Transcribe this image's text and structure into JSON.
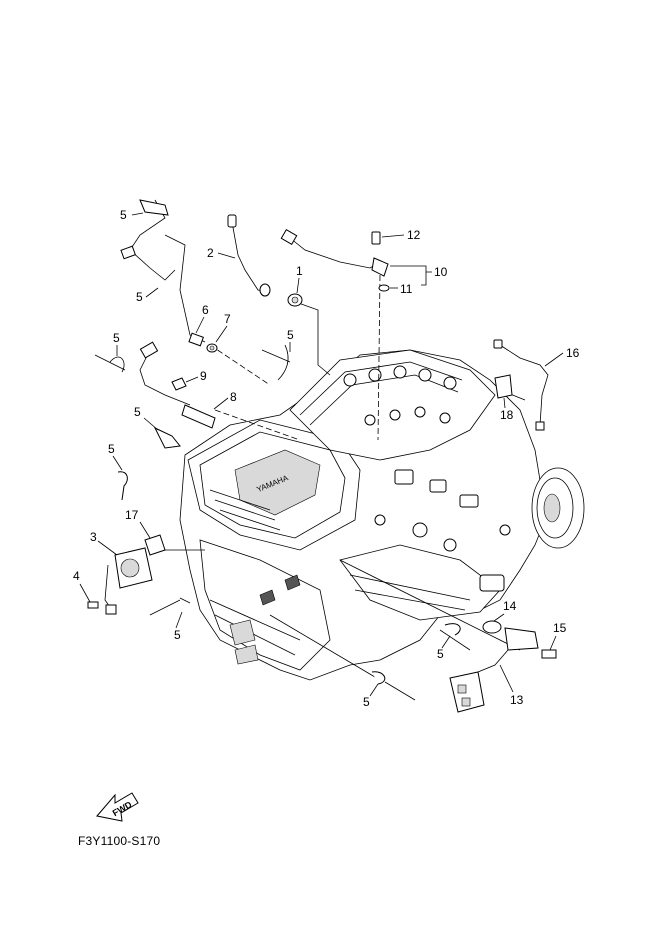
{
  "diagram": {
    "ref_code": "F3Y1100-S170",
    "fwd_label": "FWD",
    "callouts": {
      "c1": "1",
      "c2": "2",
      "c3": "3",
      "c4": "4",
      "c5a": "5",
      "c5b": "5",
      "c5c": "5",
      "c5d": "5",
      "c5e": "5",
      "c5f": "5",
      "c5g": "5",
      "c5h": "5",
      "c5i": "5",
      "c6": "6",
      "c7": "7",
      "c8": "8",
      "c9": "9",
      "c10": "10",
      "c11": "11",
      "c12": "12",
      "c13": "13",
      "c14": "14",
      "c15": "15",
      "c16": "16",
      "c17": "17",
      "c18": "18"
    }
  }
}
